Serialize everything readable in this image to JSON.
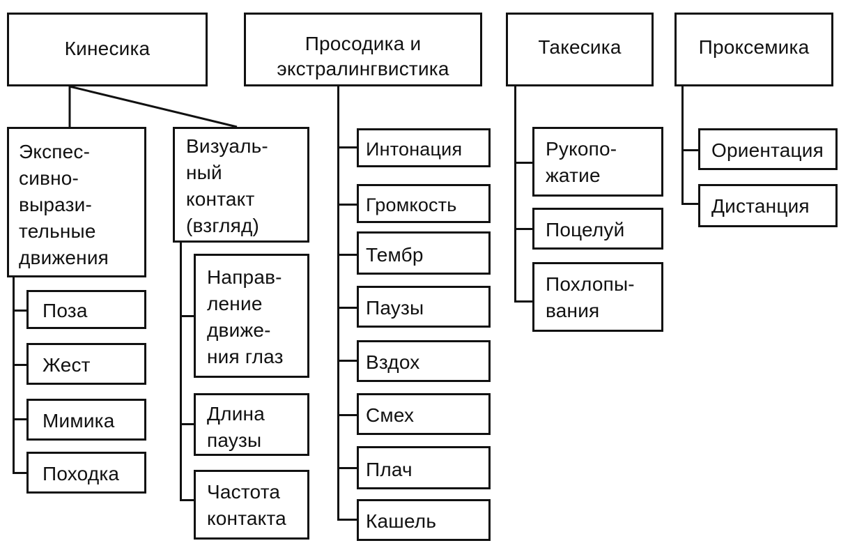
{
  "groups": {
    "kinesics": {
      "title": "Кинесика",
      "expressive": {
        "title": "Экспес-\nсивно-\nвырази-\nтельные\nдвижения",
        "items": [
          "Поза",
          "Жест",
          "Мимика",
          "Походка"
        ]
      },
      "visual": {
        "title": "Визуаль-\nный\nконтакт\n(взгляд)",
        "items": [
          "Направ-\nление\nдвиже-\nния глаз",
          "Длина\nпаузы",
          "Частота\nконтакта"
        ]
      }
    },
    "prosody": {
      "title": "Просодика и\nэкстралингвистика",
      "items": [
        "Интонация",
        "Громкость",
        "Тембр",
        "Паузы",
        "Вздох",
        "Смех",
        "Плач",
        "Кашель"
      ]
    },
    "takesics": {
      "title": "Такесика",
      "items": [
        "Рукопо-\nжатие",
        "Поцелуй",
        "Похлопы-\nвания"
      ]
    },
    "proxemics": {
      "title": "Проксемика",
      "items": [
        "Ориентация",
        "Дистанция"
      ]
    }
  }
}
